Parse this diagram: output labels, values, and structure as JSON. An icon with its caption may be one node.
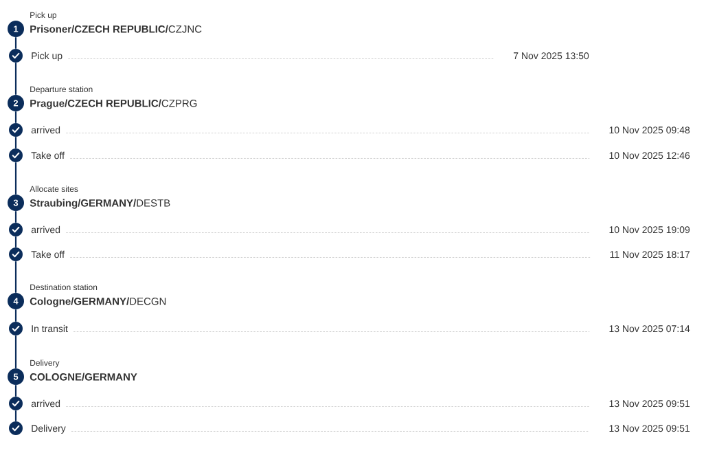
{
  "diagram": {
    "nodes": [
      {
        "text": [
          "1"
        ],
        "beside": [
          "Pick up",
          "**Prisoner/CZECH REPUBLIC/**CZJNC"
        ]
      },
      {
        "text": [],
        "shape": "circle",
        "beside": [
          "Pick up"
        ]
      },
      {
        "text": [
          "2"
        ],
        "beside": [
          "Departure station",
          "**Prague/CZECH REPUBLIC/**CZPRG"
        ]
      },
      {
        "text": [],
        "shape": "circle",
        "beside": [
          "arrived"
        ]
      },
      {
        "text": [],
        "shape": "circle",
        "beside": [
          "Take off"
        ]
      },
      {
        "text": [
          "3"
        ],
        "beside": [
          "Allocate sites",
          "**Straubing/GERMANY/**DESTB"
        ]
      },
      {
        "text": [],
        "shape": "circle",
        "beside": [
          "arrived"
        ]
      },
      {
        "text": [],
        "shape": "circle",
        "beside": [
          "Take off"
        ]
      },
      {
        "text": [
          "4"
        ],
        "beside": [
          "Destination station",
          "**Cologne/GERMANY/**DECGN"
        ]
      },
      {
        "text": [],
        "shape": "circle",
        "beside": [
          "In transit"
        ]
      },
      {
        "text": [
          "5"
        ],
        "beside": [
          "Delivery",
          "COLOGNE/GERMANY"
        ]
      },
      {
        "text": [],
        "shape": "circle",
        "beside": [
          "arrived"
        ]
      },
      {
        "text": [],
        "shape": "circle",
        "beside": [
          "Delivery"
        ]
      }
    ],
    "edges": [
      {
        "from": 0,
        "to": 1,
        "arrow": "none"
      },
      {
        "from": 1,
        "to": 2,
        "arrow": "none"
      },
      {
        "from": 2,
        "to": 3,
        "arrow": "none"
      },
      {
        "from": 3,
        "to": 4,
        "arrow": "none"
      },
      {
        "from": 4,
        "to": 5,
        "arrow": "none"
      },
      {
        "from": 5,
        "to": 6,
        "arrow": "none"
      },
      {
        "from": 6,
        "to": 7,
        "arrow": "none"
      },
      {
        "from": 7,
        "to": 8,
        "arrow": "none"
      },
      {
        "from": 8,
        "to": 9,
        "arrow": "none"
      },
      {
        "from": 9,
        "to": 10,
        "arrow": "none"
      },
      {
        "from": 10,
        "to": 11,
        "arrow": "none"
      },
      {
        "from": 11,
        "to": 12,
        "arrow": "none"
      }
    ],
    "labels": [
      "7 Nov 2025 13:50",
      "10 Nov 2025 09:48",
      "10 Nov 2025 12:46",
      "10 Nov 2025 19:09",
      "11 Nov 2025 18:17",
      "13 Nov 2025 07:14",
      "13 Nov 2025 09:51",
      "13 Nov 2025 09:51"
    ]
  }
}
